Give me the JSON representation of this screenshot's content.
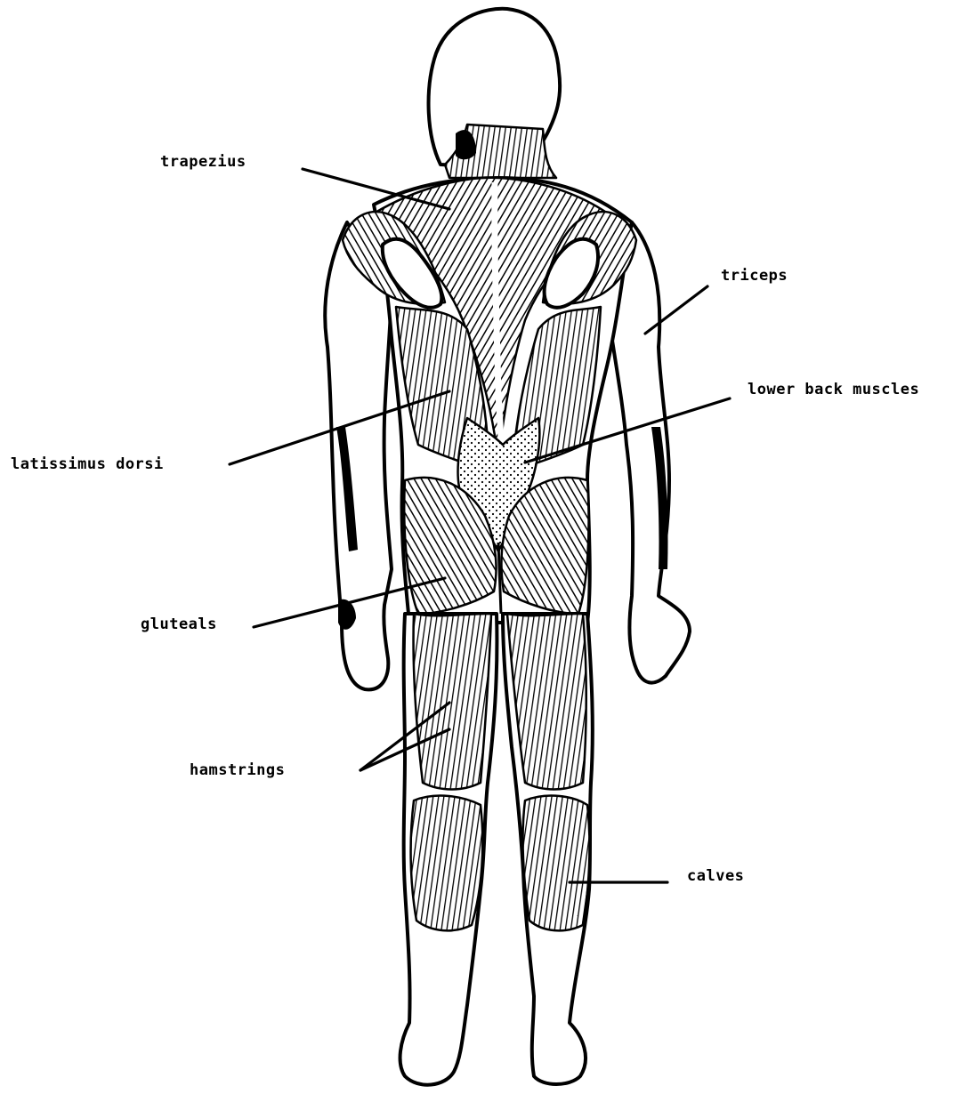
{
  "labels": {
    "trapezius": "trapezius",
    "triceps": "triceps",
    "lower_back": "lower back muscles",
    "latissimus": "latissimus dorsi",
    "gluteals": "gluteals",
    "hamstrings": "hamstrings",
    "calves": "calves"
  },
  "colors": {
    "ink": "#000000",
    "paper": "#ffffff"
  }
}
